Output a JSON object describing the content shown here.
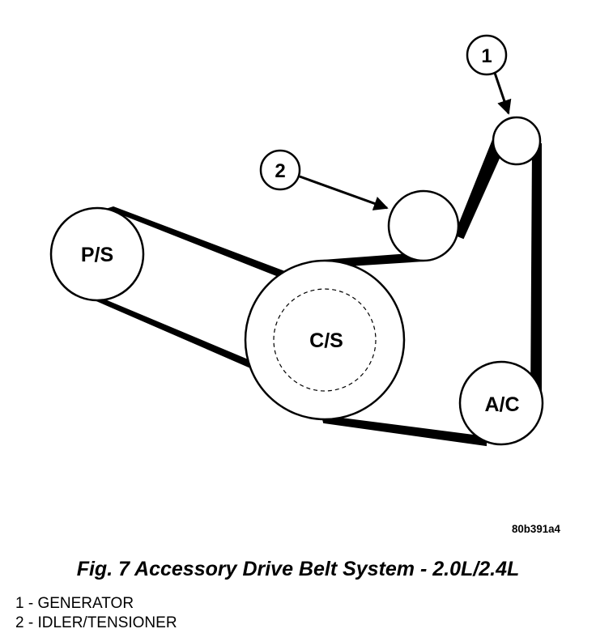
{
  "pulleys": {
    "generator_callout": "1",
    "idler_callout": "2",
    "power_steering": "P/S",
    "crankshaft": "C/S",
    "air_conditioning": "A/C"
  },
  "figure_code": "80b391a4",
  "caption": "Fig. 7 Accessory Drive Belt System - 2.0L/2.4L",
  "legend": [
    "1 - GENERATOR",
    "2 - IDLER/TENSIONER"
  ],
  "colors": {
    "line": "#000000",
    "background": "#ffffff"
  }
}
